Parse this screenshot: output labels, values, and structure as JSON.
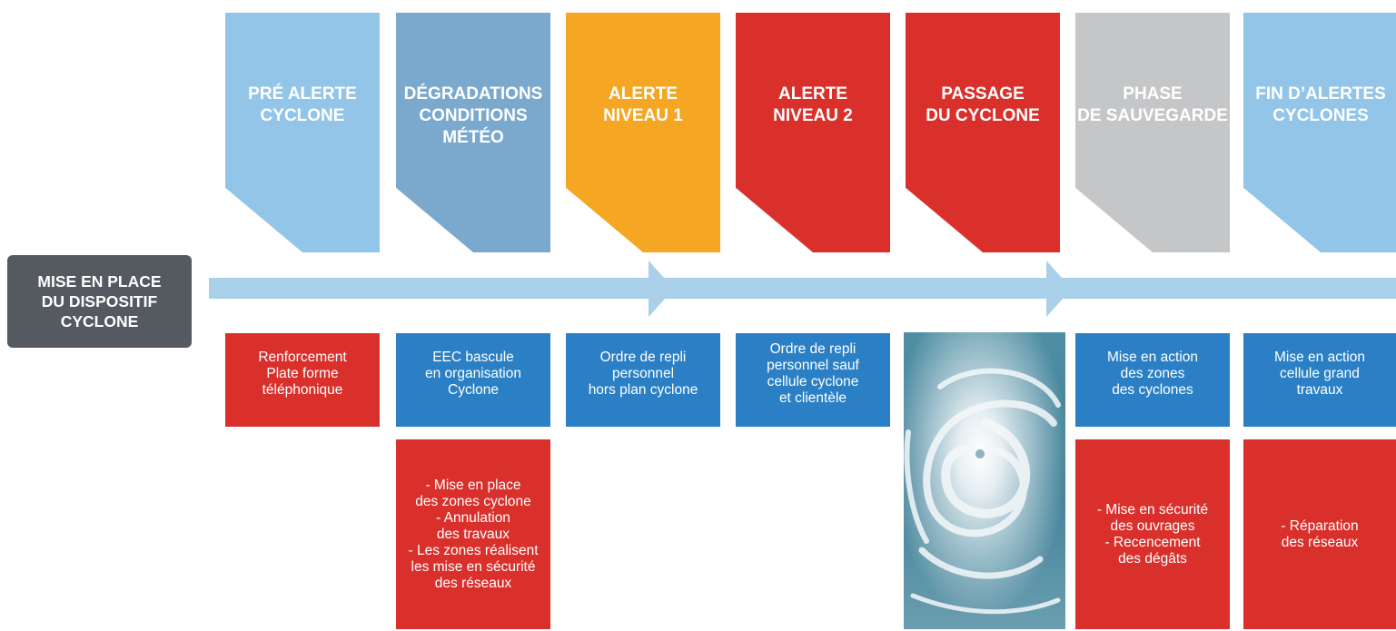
{
  "colors": {
    "light_blue": "#92c5e8",
    "steel_blue": "#7ba9cd",
    "orange": "#f5a623",
    "red": "#d9302c",
    "gray": "#c5c6c8",
    "blue": "#2b80c5",
    "dark_gray": "#555a60",
    "timeline": "#a9cfe9"
  },
  "start_box": {
    "label": "MISE EN PLACE\nDU DISPOSITIF\nCYCLONE"
  },
  "phases": [
    {
      "label": "PRÉ ALERTE\nCYCLONE",
      "color": "#92c5e8"
    },
    {
      "label": "DÉGRADATIONS\nCONDITIONS\nMÉTÉO",
      "color": "#7ba9cd"
    },
    {
      "label": "ALERTE\nNIVEAU 1",
      "color": "#f5a623"
    },
    {
      "label": "ALERTE\nNIVEAU 2",
      "color": "#d9302c"
    },
    {
      "label": "PASSAGE\nDU CYCLONE",
      "color": "#d9302c"
    },
    {
      "label": "PHASE\nDE SAUVEGARDE",
      "color": "#c5c6c8"
    },
    {
      "label": "FIN D’ALERTES\nCYCLONES",
      "color": "#92c5e8"
    }
  ],
  "actions": [
    {
      "text": "Renforcement\nPlate forme\ntéléphonique",
      "color": "#d9302c"
    },
    {
      "text": "EEC bascule\nen organisation\nCyclone",
      "color": "#2b80c5"
    },
    {
      "text": "Ordre de repli\npersonnel\nhors plan cyclone",
      "color": "#2b80c5"
    },
    {
      "text": "Ordre de repli\npersonnel sauf\ncellule cyclone\net clientèle",
      "color": "#2b80c5"
    },
    {
      "text": "Mise en action\ndes zones\ndes cyclones",
      "color": "#2b80c5"
    },
    {
      "text": "Mise en action\ncellule grand\ntravaux",
      "color": "#2b80c5"
    }
  ],
  "details": [
    {
      "text": "- Mise en place\ndes zones cyclone\n- Annulation\ndes travaux\n- Les zones réalisent\nles mise en sécurité\ndes réseaux",
      "color": "#d9302c"
    },
    {
      "text": "- Mise en sécurité\ndes ouvrages\n- Recencement\ndes dégâts",
      "color": "#d9302c"
    },
    {
      "text": "- Réparation\ndes réseaux",
      "color": "#d9302c"
    }
  ],
  "image": {
    "name": "cyclone-satellite-image"
  }
}
